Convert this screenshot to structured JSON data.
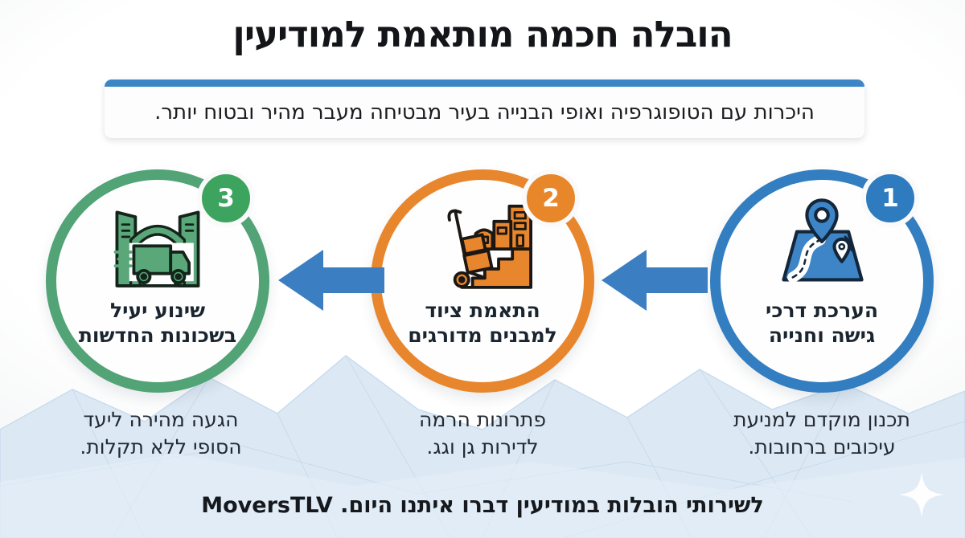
{
  "title": "הובלה חכמה מותאמת למודיעין",
  "subtitle": "היכרות עם הטופוגרפיה ואופי הבנייה בעיר מבטיחה מעבר מהיר ובטוח יותר.",
  "steps": [
    {
      "number": "1",
      "icon": "map-route-icon",
      "color": "#2e7bbf",
      "label_line1": "הערכת דרכי",
      "label_line2": "גישה וחנייה",
      "desc_line1": "תכנון מוקדם למניעת",
      "desc_line2": "עיכובים ברחובות."
    },
    {
      "number": "2",
      "icon": "handtruck-stairs-icon",
      "color": "#e8872a",
      "label_line1": "התאמת ציוד",
      "label_line2": "למבנים מדורגים",
      "desc_line1": "פתרונות הרמה",
      "desc_line2": "לדירות גן וגג."
    },
    {
      "number": "3",
      "icon": "truck-gate-icon",
      "color": "#3da45f",
      "label_line1": "שינוע יעיל",
      "label_line2": "בשכונות החדשות",
      "desc_line1": "הגעה מהירה ליעד",
      "desc_line2": "הסופי ללא תקלות."
    }
  ],
  "footer": "לשירותי הובלות במודיעין דברו איתנו היום. MoversTLV",
  "colors": {
    "accent_blue": "#337dc1",
    "accent_orange": "#e8862d",
    "accent_green": "#52a376",
    "subtitle_bar_blue": "#3c86c6",
    "arrow_blue": "#3b7fc2",
    "mountain_fill": "#dce9f4",
    "mountain_line": "#c6d9ec"
  }
}
